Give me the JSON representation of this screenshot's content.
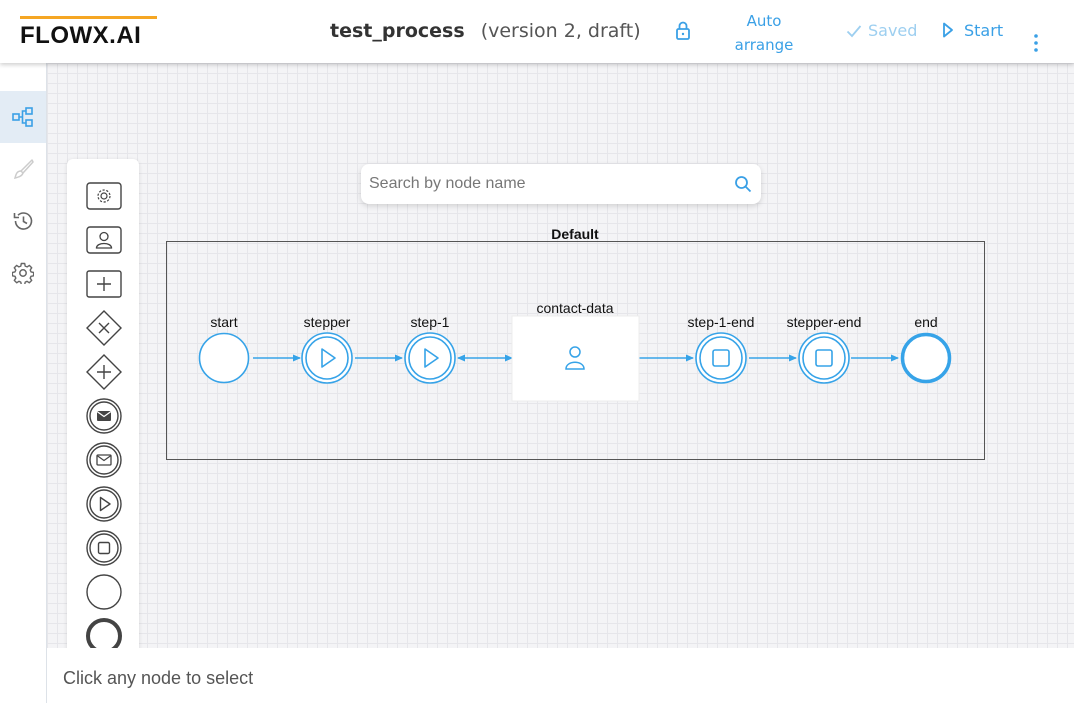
{
  "header": {
    "logo": "FLOWX.AI",
    "process_name": "test_process",
    "version_info": "(version 2, draft)",
    "auto_arrange_line1": "Auto",
    "auto_arrange_line2": "arrange",
    "saved_label": "Saved",
    "start_label": "Start"
  },
  "sidebar": {
    "items": [
      {
        "icon": "process-diagram-icon",
        "active": true
      },
      {
        "icon": "brush-icon",
        "active": false
      },
      {
        "icon": "history-icon",
        "active": false
      },
      {
        "icon": "settings-icon",
        "active": false
      }
    ]
  },
  "palette": {
    "items": [
      "gear-box-icon",
      "user-task-icon",
      "add-task-icon",
      "exclusive-gateway-icon",
      "parallel-gateway-icon",
      "message-send-icon",
      "message-receive-icon",
      "start-subprocess-icon",
      "end-subprocess-icon",
      "start-event-icon",
      "end-event-icon"
    ]
  },
  "search": {
    "placeholder": "Search by node name"
  },
  "diagram": {
    "swimlane_label": "Default",
    "nodes": [
      {
        "id": "start",
        "label": "start",
        "type": "start-event"
      },
      {
        "id": "stepper",
        "label": "stepper",
        "type": "start-subprocess"
      },
      {
        "id": "step-1",
        "label": "step-1",
        "type": "start-subprocess"
      },
      {
        "id": "contact-data",
        "label": "contact-data",
        "type": "user-task"
      },
      {
        "id": "step-1-end",
        "label": "step-1-end",
        "type": "end-subprocess"
      },
      {
        "id": "stepper-end",
        "label": "stepper-end",
        "type": "end-subprocess"
      },
      {
        "id": "end",
        "label": "end",
        "type": "end-event"
      }
    ]
  },
  "status_bar": {
    "message": "Click any node to select"
  },
  "colors": {
    "accent": "#3aa0e6",
    "node_stroke": "#36a3e8",
    "logo_bar": "#f5a623"
  }
}
